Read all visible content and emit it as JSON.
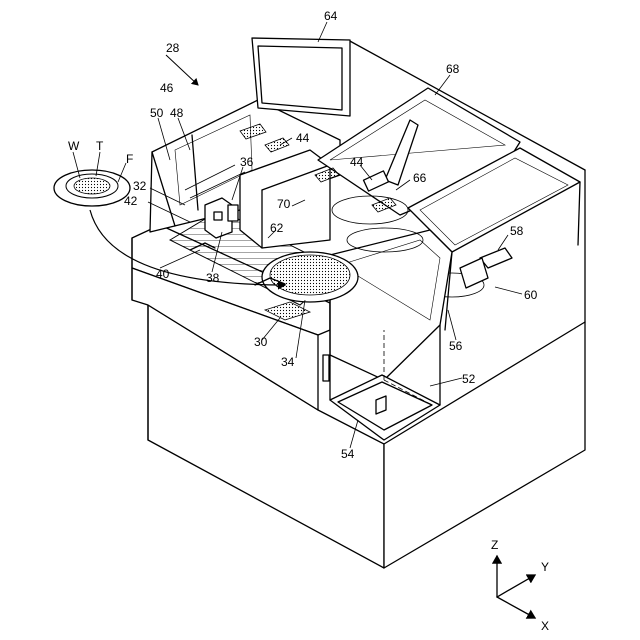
{
  "labels": {
    "l64": "64",
    "l28": "28",
    "l68": "68",
    "l46": "46",
    "l50": "50",
    "l48": "48",
    "l44a": "44",
    "l44b": "44",
    "l36": "36",
    "l32": "32",
    "l42": "42",
    "l70": "70",
    "l66": "66",
    "l62": "62",
    "l58": "58",
    "l40": "40",
    "l38": "38",
    "l60": "60",
    "l30": "30",
    "l34": "34",
    "l56": "56",
    "l52": "52",
    "l54": "54",
    "lW": "W",
    "lT": "T",
    "lF": "F"
  },
  "axes": {
    "z": "Z",
    "y": "Y",
    "x": "X"
  }
}
